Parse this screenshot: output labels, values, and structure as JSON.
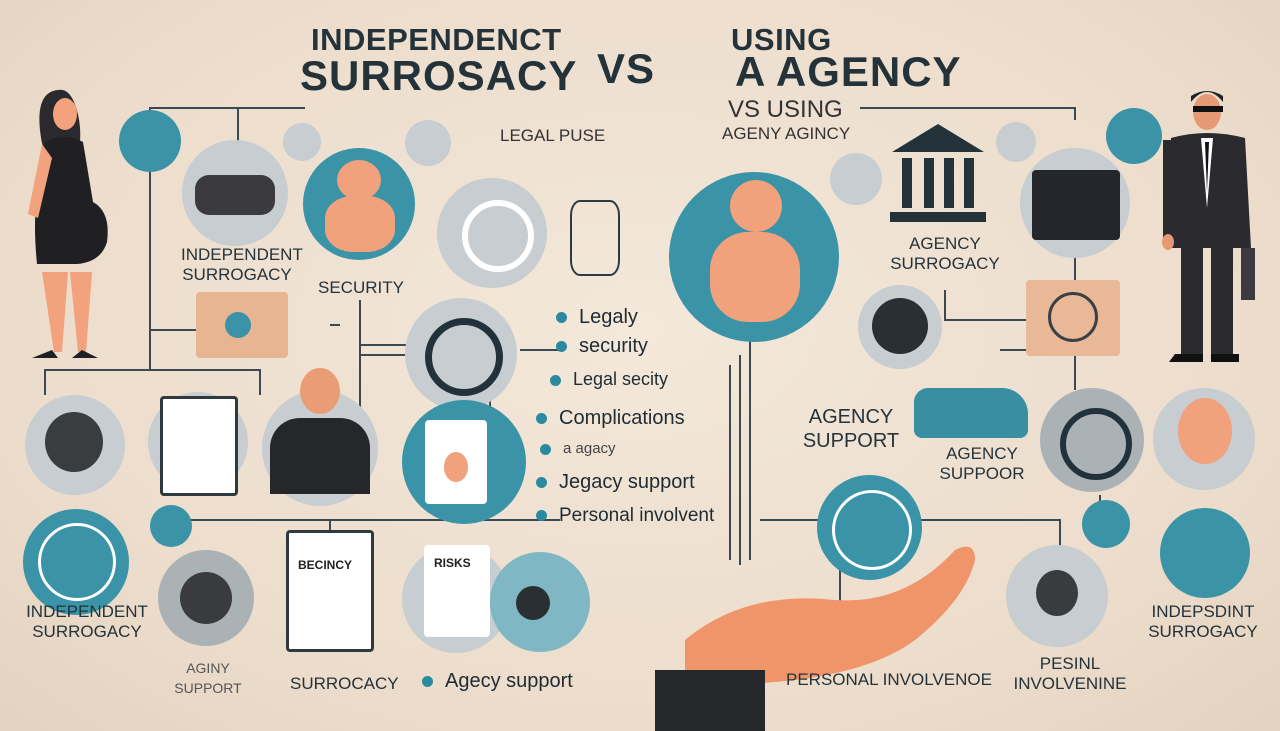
{
  "title": {
    "left_line1": "INDEPENDENCT",
    "left_line2": "SURROSACY",
    "vs": "VS",
    "right_line1": "USING",
    "right_line2": "A AGENCY"
  },
  "subtitles": {
    "legal": "LEGAL PUSE",
    "vs_using": "VS USING",
    "agenty_agincy": "AGENY AGINCY"
  },
  "labels": {
    "independent_top": "INDEPENDENT SURROGACY",
    "security": "SECURITY",
    "agency_surrogacy": "AGENCY SURROGACY",
    "agency_support_mid": "AGENCY SUPPORT",
    "agency_suppoor": "AGENCY SUPPOOR",
    "independent_left": "INDEPENDENT SURROGACY",
    "aginy_support": "AGINY SUPPORT",
    "surrocacy": "SURROCACY",
    "personal_involvenoe": "PERSONAL INVOLVENOE",
    "pesinl_involvenine": "PESINL INVOLVENINE",
    "indepsdint_surrogacy": "INDEPSDINT SURROGACY"
  },
  "list": {
    "legaly": "Legaly",
    "security": "security",
    "legal_secity": "Legal secity",
    "complications": "Complications",
    "a_agacy": "a agacy",
    "jegacy_support": "Jegacy support",
    "personal_involvent": "Personal involvent"
  },
  "bottom_item": "Agecy support",
  "doc_labels": {
    "beciency": "BECINCY",
    "risks": "RISKS"
  },
  "colors": {
    "teal": "#3a93a7",
    "orange": "#f0956a",
    "background": "#efe3d4",
    "text": "#24323a"
  }
}
